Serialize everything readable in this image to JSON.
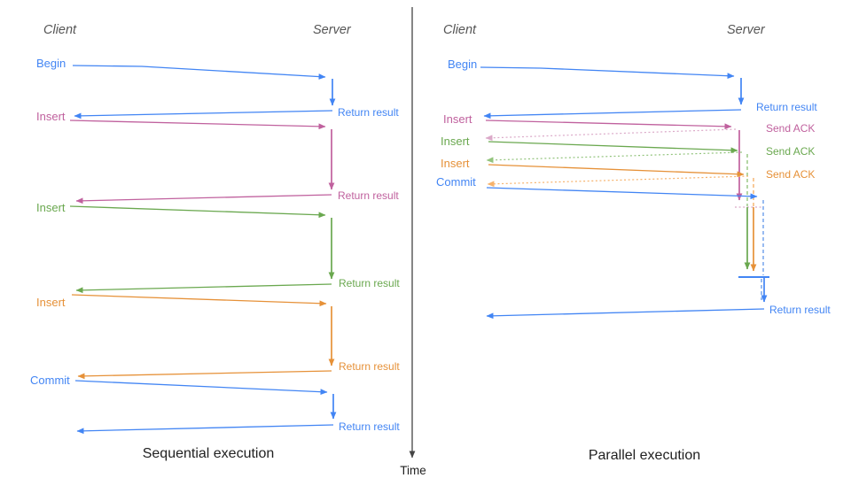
{
  "colors": {
    "blue": "#4285F4",
    "blue_light": "#6D9EEB",
    "pink": "#C0619E",
    "pink_light": "#DBA9C8",
    "green": "#6AA84F",
    "green_light": "#93C47D",
    "orange": "#E69138",
    "orange_light": "#F6B26B",
    "axis": "#444444",
    "header_gray": "#555555",
    "title_black": "#212121"
  },
  "time_axis": {
    "label": "Time"
  },
  "left_panel": {
    "title": "Sequential execution",
    "client_header": "Client",
    "server_header": "Server",
    "events": {
      "begin": {
        "label": "Begin",
        "result": "Return result"
      },
      "insert1": {
        "label": "Insert",
        "result": "Return result"
      },
      "insert2": {
        "label": "Insert",
        "result": "Return result"
      },
      "insert3": {
        "label": "Insert",
        "result": "Return result"
      },
      "commit": {
        "label": "Commit",
        "result": "Return result"
      }
    }
  },
  "right_panel": {
    "title": "Parallel execution",
    "client_header": "Client",
    "server_header": "Server",
    "events": {
      "begin": {
        "label": "Begin",
        "result": "Return result"
      },
      "insert1": {
        "label": "Insert",
        "ack": "Send ACK"
      },
      "insert2": {
        "label": "Insert",
        "ack": "Send ACK"
      },
      "insert3": {
        "label": "Insert",
        "ack": "Send ACK"
      },
      "commit": {
        "label": "Commit",
        "result": "Return result"
      }
    }
  }
}
